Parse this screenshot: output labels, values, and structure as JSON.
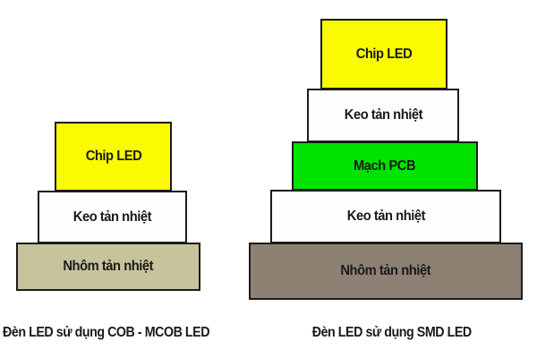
{
  "title": "LED structure comparison diagram",
  "diagrams": [
    {
      "id": "cob-mcob",
      "caption": "Đèn LED sử dụng COB - MCOB LED",
      "layers": [
        {
          "label": "Chip LED",
          "color": "#fafa00"
        },
        {
          "label": "Keo tản nhiệt",
          "color": "#fefefe"
        },
        {
          "label": "Nhôm tản nhiệt",
          "color": "#c7c39d"
        }
      ]
    },
    {
      "id": "smd",
      "caption": "Đèn LED sử dụng SMD LED",
      "layers": [
        {
          "label": "Chip LED",
          "color": "#fafa00"
        },
        {
          "label": "Keo tản nhiệt",
          "color": "#fefefe"
        },
        {
          "label": "Mạch PCB",
          "color": "#00e300"
        },
        {
          "label": "Keo tản nhiệt",
          "color": "#fefefe"
        },
        {
          "label": "Nhôm tản nhiệt",
          "color": "#8d8173"
        }
      ]
    }
  ],
  "colors": {
    "background": "#ffffff",
    "border": "#1b1b1b",
    "text": "#1a1a1a",
    "chip_yellow": "#fafa00",
    "glue_white": "#fefefe",
    "pcb_green": "#00e300",
    "aluminum_khaki": "#c7c39d",
    "aluminum_brown": "#8d8173"
  }
}
